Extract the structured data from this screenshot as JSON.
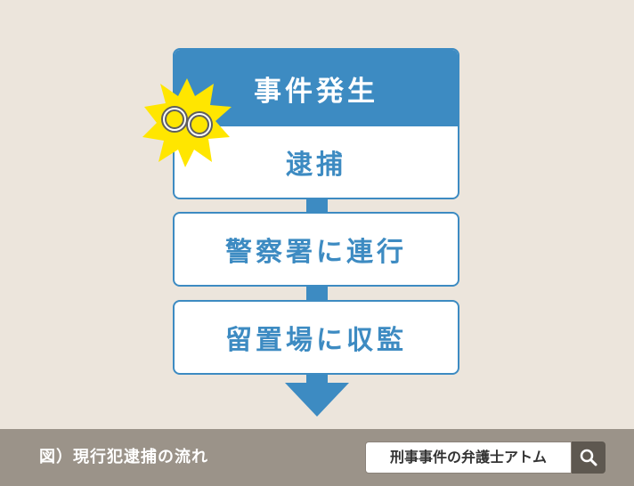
{
  "flow": {
    "steps": [
      {
        "label": "事件発生"
      },
      {
        "label": "逮捕"
      },
      {
        "label": "警察署に連行"
      },
      {
        "label": "留置場に収監"
      }
    ]
  },
  "caption": "図）現行犯逮捕の流れ",
  "search": {
    "label": "刑事事件の弁護士アトム"
  },
  "colors": {
    "accent": "#3d8bc2",
    "background": "#ece5dc",
    "burst": "#ffe600",
    "footer": "#9b9389"
  },
  "icons": {
    "burst": "handcuffs-icon",
    "search": "search-icon"
  }
}
